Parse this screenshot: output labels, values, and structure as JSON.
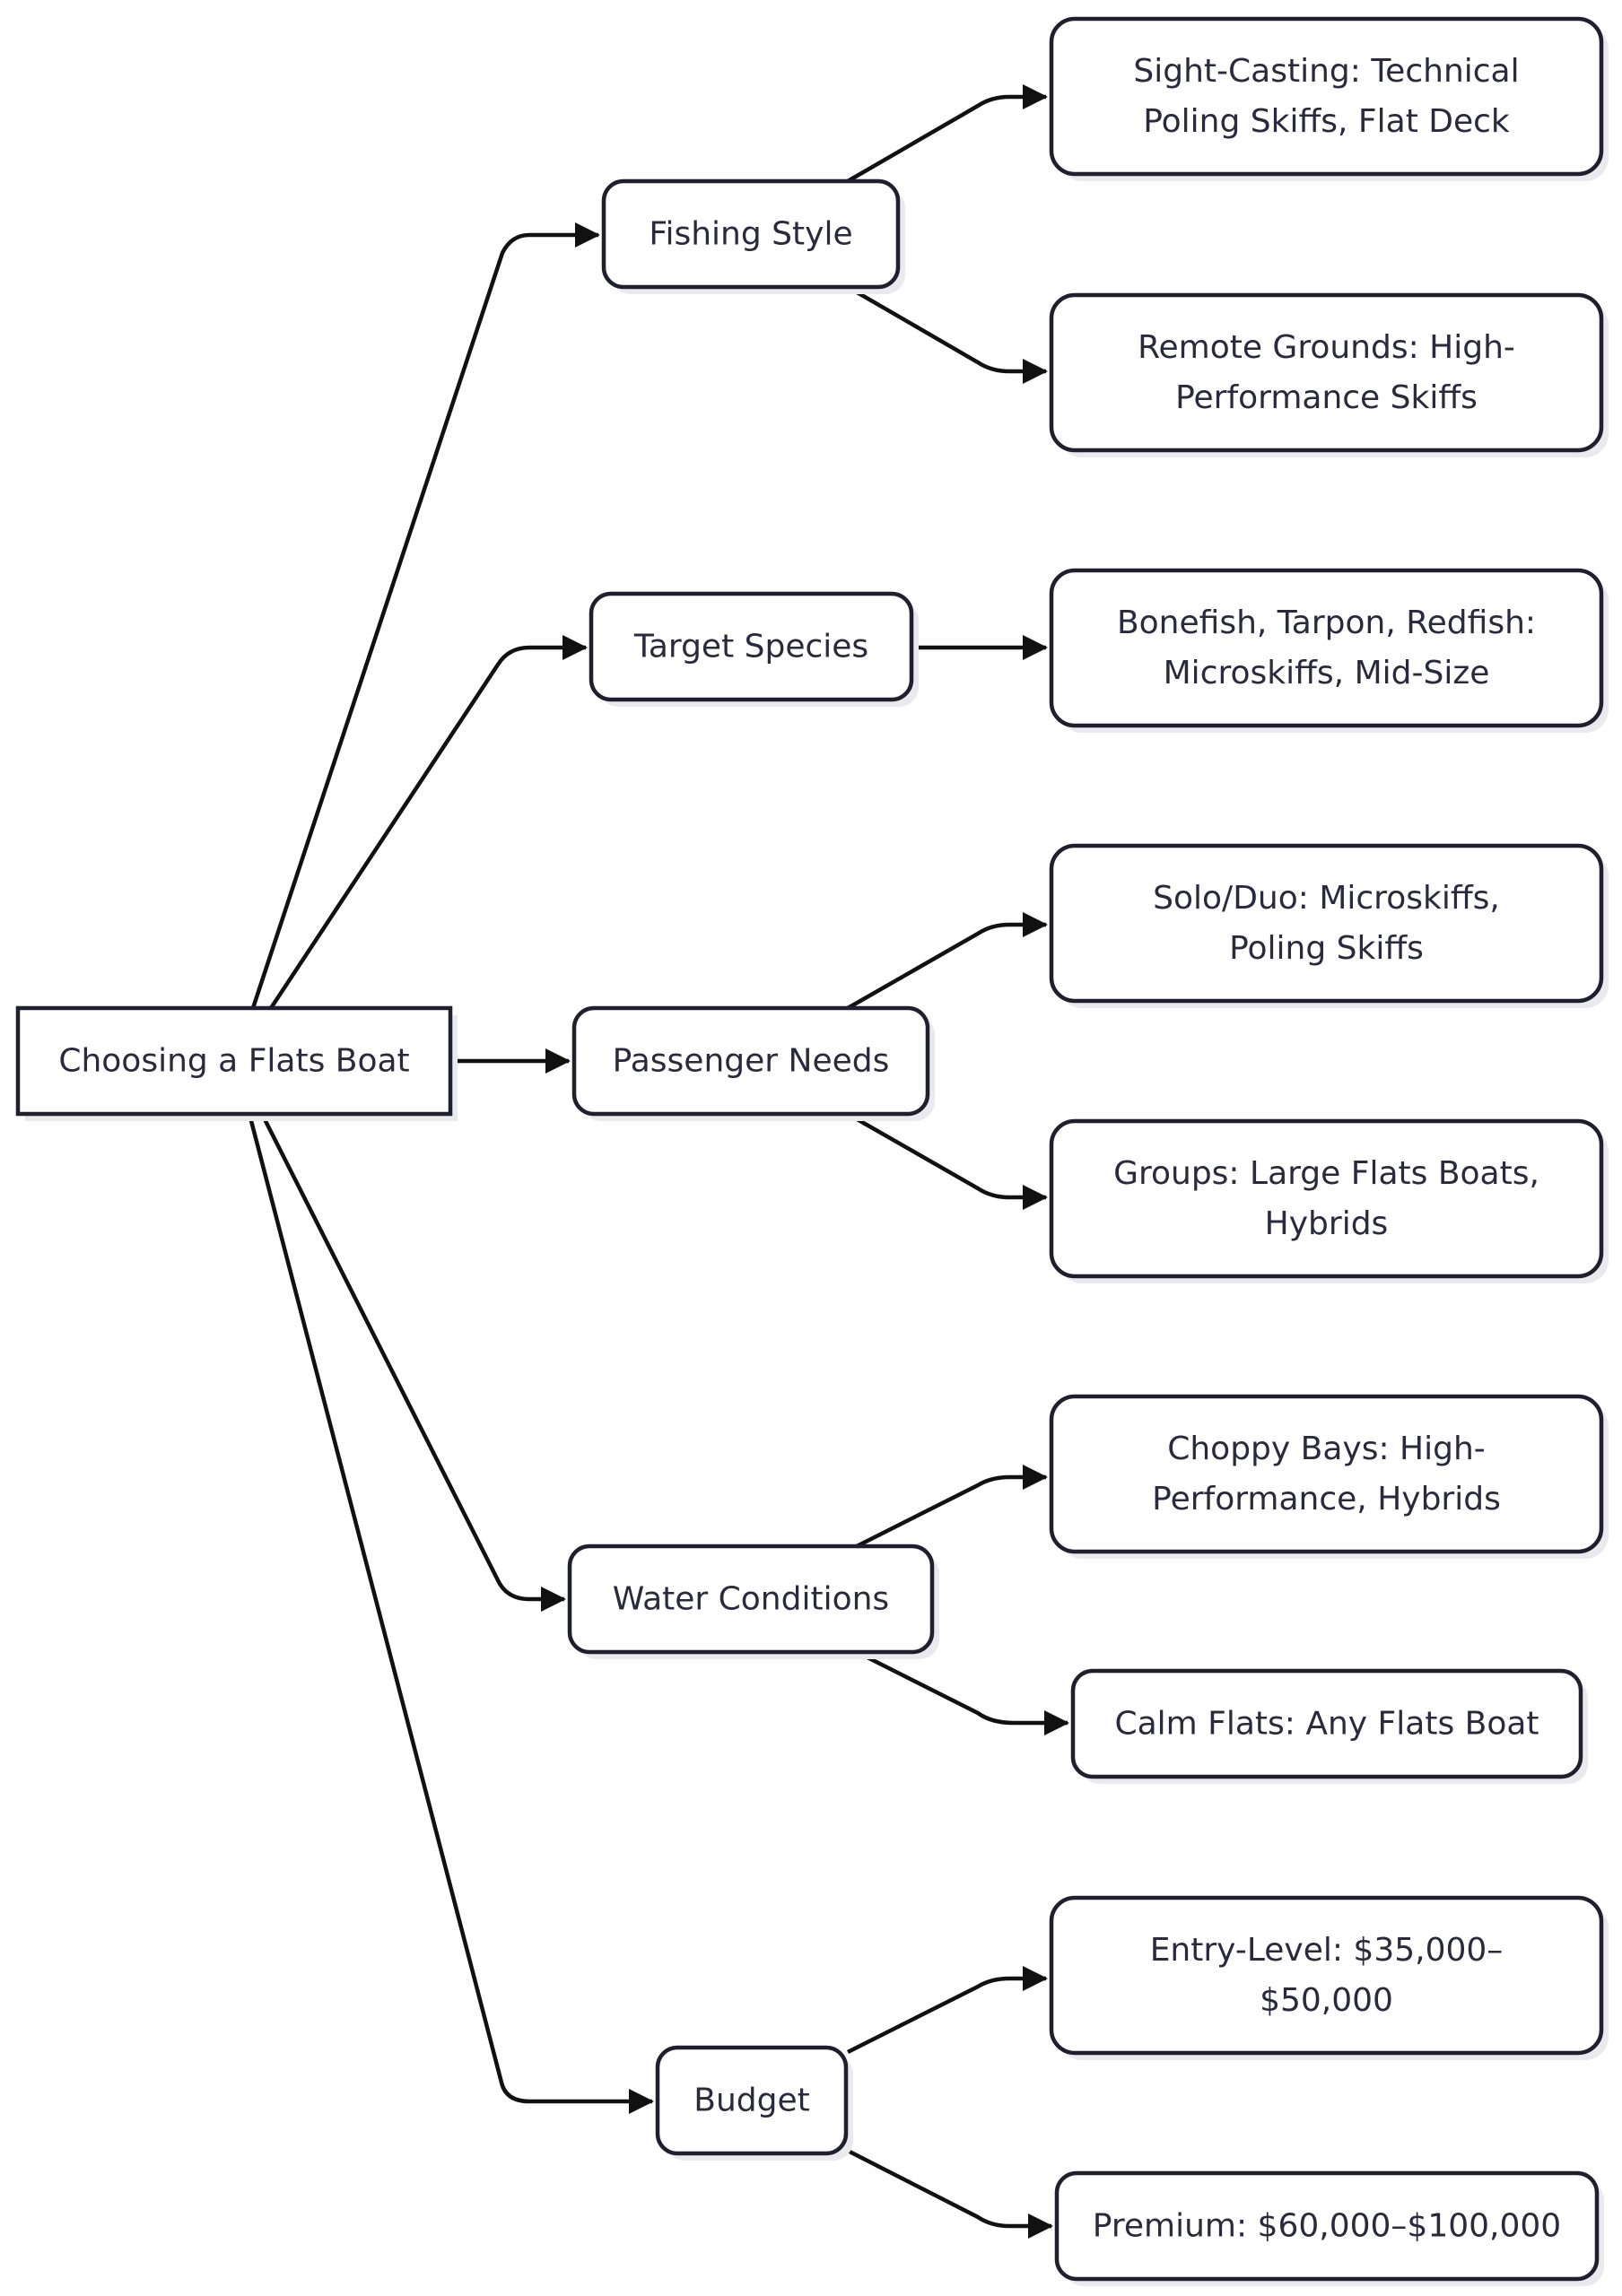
{
  "diagram": {
    "root": {
      "id": "root",
      "lines": [
        "Choosing a Flats Boat"
      ]
    },
    "categories": [
      {
        "id": "fishing",
        "lines": [
          "Fishing Style"
        ]
      },
      {
        "id": "species",
        "lines": [
          "Target Species"
        ]
      },
      {
        "id": "passenger",
        "lines": [
          "Passenger Needs"
        ]
      },
      {
        "id": "water",
        "lines": [
          "Water Conditions"
        ]
      },
      {
        "id": "budget",
        "lines": [
          "Budget"
        ]
      }
    ],
    "outcomes": [
      {
        "id": "sight",
        "parent": "fishing",
        "lines": [
          "Sight-Casting: Technical",
          "Poling Skiffs, Flat Deck"
        ]
      },
      {
        "id": "remote",
        "parent": "fishing",
        "lines": [
          "Remote Grounds: High-",
          "Performance Skiffs"
        ]
      },
      {
        "id": "bonefish",
        "parent": "species",
        "lines": [
          "Bonefish, Tarpon, Redfish:",
          "Microskiffs, Mid-Size"
        ]
      },
      {
        "id": "solo",
        "parent": "passenger",
        "lines": [
          "Solo/Duo: Microskiffs,",
          "Poling Skiffs"
        ]
      },
      {
        "id": "groups",
        "parent": "passenger",
        "lines": [
          "Groups: Large Flats Boats,",
          "Hybrids"
        ]
      },
      {
        "id": "choppy",
        "parent": "water",
        "lines": [
          "Choppy Bays: High-",
          "Performance, Hybrids"
        ]
      },
      {
        "id": "calm",
        "parent": "water",
        "lines": [
          "Calm Flats: Any Flats Boat"
        ]
      },
      {
        "id": "entry",
        "parent": "budget",
        "lines": [
          "Entry-Level: $35,000–",
          "$50,000"
        ]
      },
      {
        "id": "premium",
        "parent": "budget",
        "lines": [
          "Premium: $60,000–$100,000"
        ]
      }
    ]
  }
}
